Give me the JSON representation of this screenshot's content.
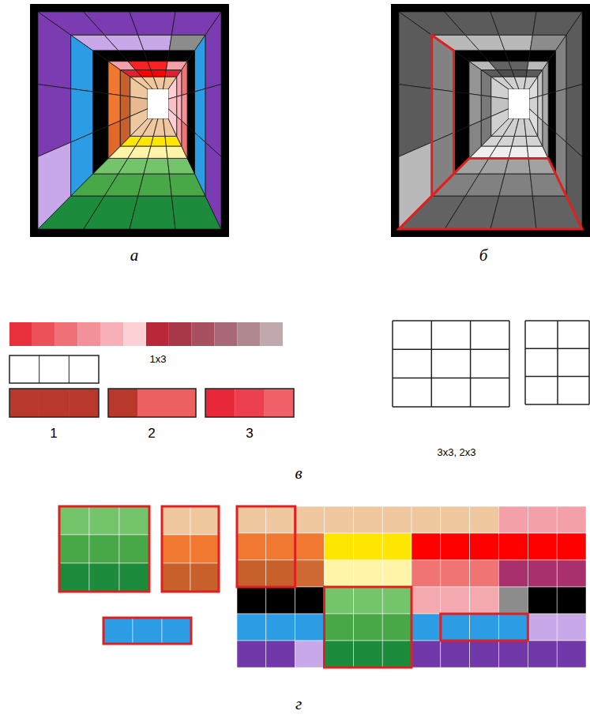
{
  "diagram": {
    "labels": [
      "а",
      "б",
      "1x3",
      "1",
      "2",
      "3",
      "3x3, 2x3",
      "в",
      "г"
    ]
  }
}
